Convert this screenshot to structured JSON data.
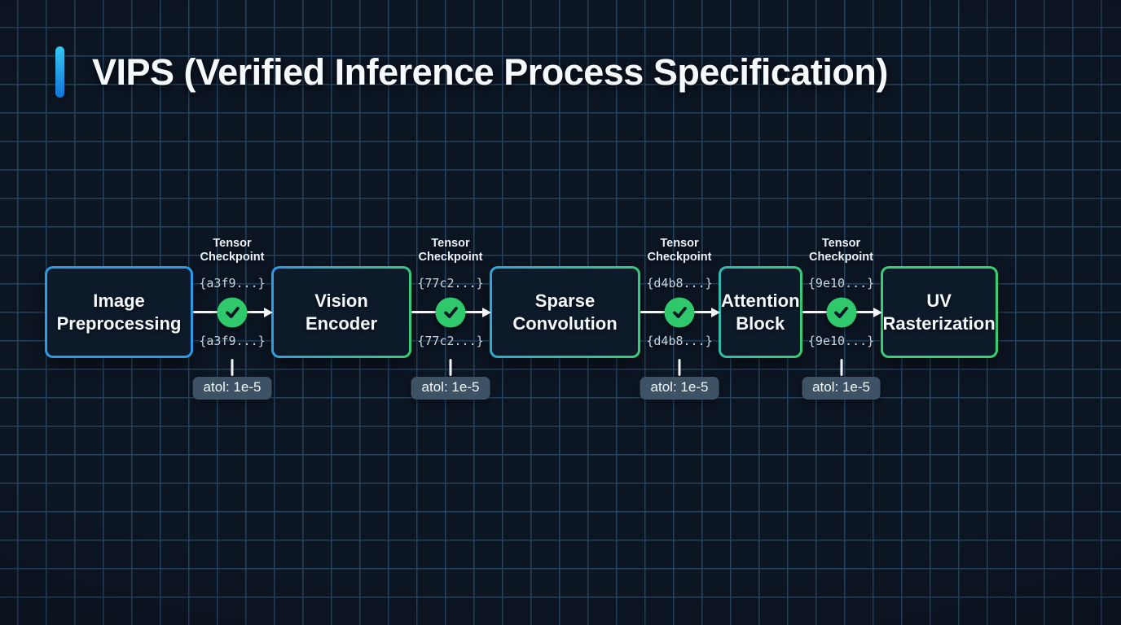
{
  "title": "VIPS (Verified Inference Process Specification)",
  "colors": {
    "background": "#0C1522",
    "grid_line": "#24425E",
    "node_fill": "#0D1A29",
    "blue_accent": "#2B9BE8",
    "green_accent": "#37CE74",
    "check_circle": "#2FC96C",
    "check_mark": "#0D1826",
    "badge_bg": "#3D5365",
    "accent_bar_top": "#35C8F2",
    "accent_bar_bottom": "#1273D8"
  },
  "pipeline": {
    "nodes": [
      {
        "lines": [
          "Image",
          "Preprocessing"
        ],
        "border_from": "#2B9BE8",
        "border_to": "#2B9BE8"
      },
      {
        "lines": [
          "Vision",
          "Encoder"
        ],
        "border_from": "#2B9BE8",
        "border_to": "#37CE74"
      },
      {
        "lines": [
          "Sparse",
          "Convolution"
        ],
        "border_from": "#2CA6DA",
        "border_to": "#37CE74"
      },
      {
        "lines": [
          "Attention",
          "Block"
        ],
        "border_from": "#2EB9B4",
        "border_to": "#37CE74"
      },
      {
        "lines": [
          "UV",
          "Rasterization"
        ],
        "border_from": "#37CE74",
        "border_to": "#37CE74"
      }
    ],
    "checkpoints": [
      {
        "label": "Tensor Checkpoint",
        "hash_in": "{a3f9...}",
        "hash_out": "{a3f9...}",
        "tolerance": "atol: 1e-5"
      },
      {
        "label": "Tensor Checkpoint",
        "hash_in": "{77c2...}",
        "hash_out": "{77c2...}",
        "tolerance": "atol: 1e-5"
      },
      {
        "label": "Tensor Checkpoint",
        "hash_in": "{d4b8...}",
        "hash_out": "{d4b8...}",
        "tolerance": "atol: 1e-5"
      },
      {
        "label": "Tensor Checkpoint",
        "hash_in": "{9e10...}",
        "hash_out": "{9e10...}",
        "tolerance": "atol: 1e-5"
      }
    ]
  }
}
